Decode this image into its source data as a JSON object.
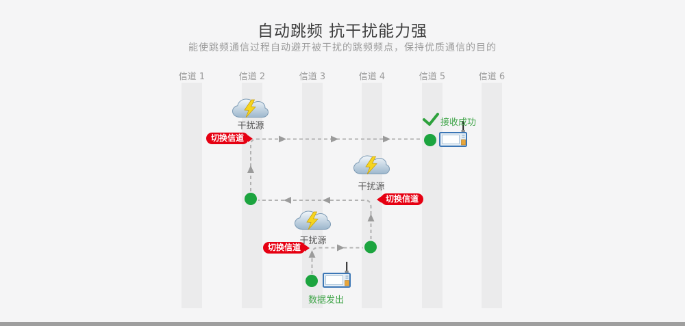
{
  "header": {
    "title": "自动跳频 抗干扰能力强",
    "subtitle": "能使跳频通信过程自动避开被干扰的跳频频点，保持优质通信的目的"
  },
  "channels": [
    {
      "label": "信道 1"
    },
    {
      "label": "信道 2"
    },
    {
      "label": "信道 3"
    },
    {
      "label": "信道 4"
    },
    {
      "label": "信道 5"
    },
    {
      "label": "信道 6"
    }
  ],
  "flow": {
    "interference_label": "干扰源",
    "switch_label": "切换信道",
    "send_label": "数据发出",
    "receive_label": "接收成功"
  },
  "colors": {
    "dot_green": "#1ca43f",
    "text_green": "#3ea447",
    "bubble_red": "#e60012",
    "band_gray": "#ebebec",
    "dash_gray": "#b2b2b2"
  }
}
